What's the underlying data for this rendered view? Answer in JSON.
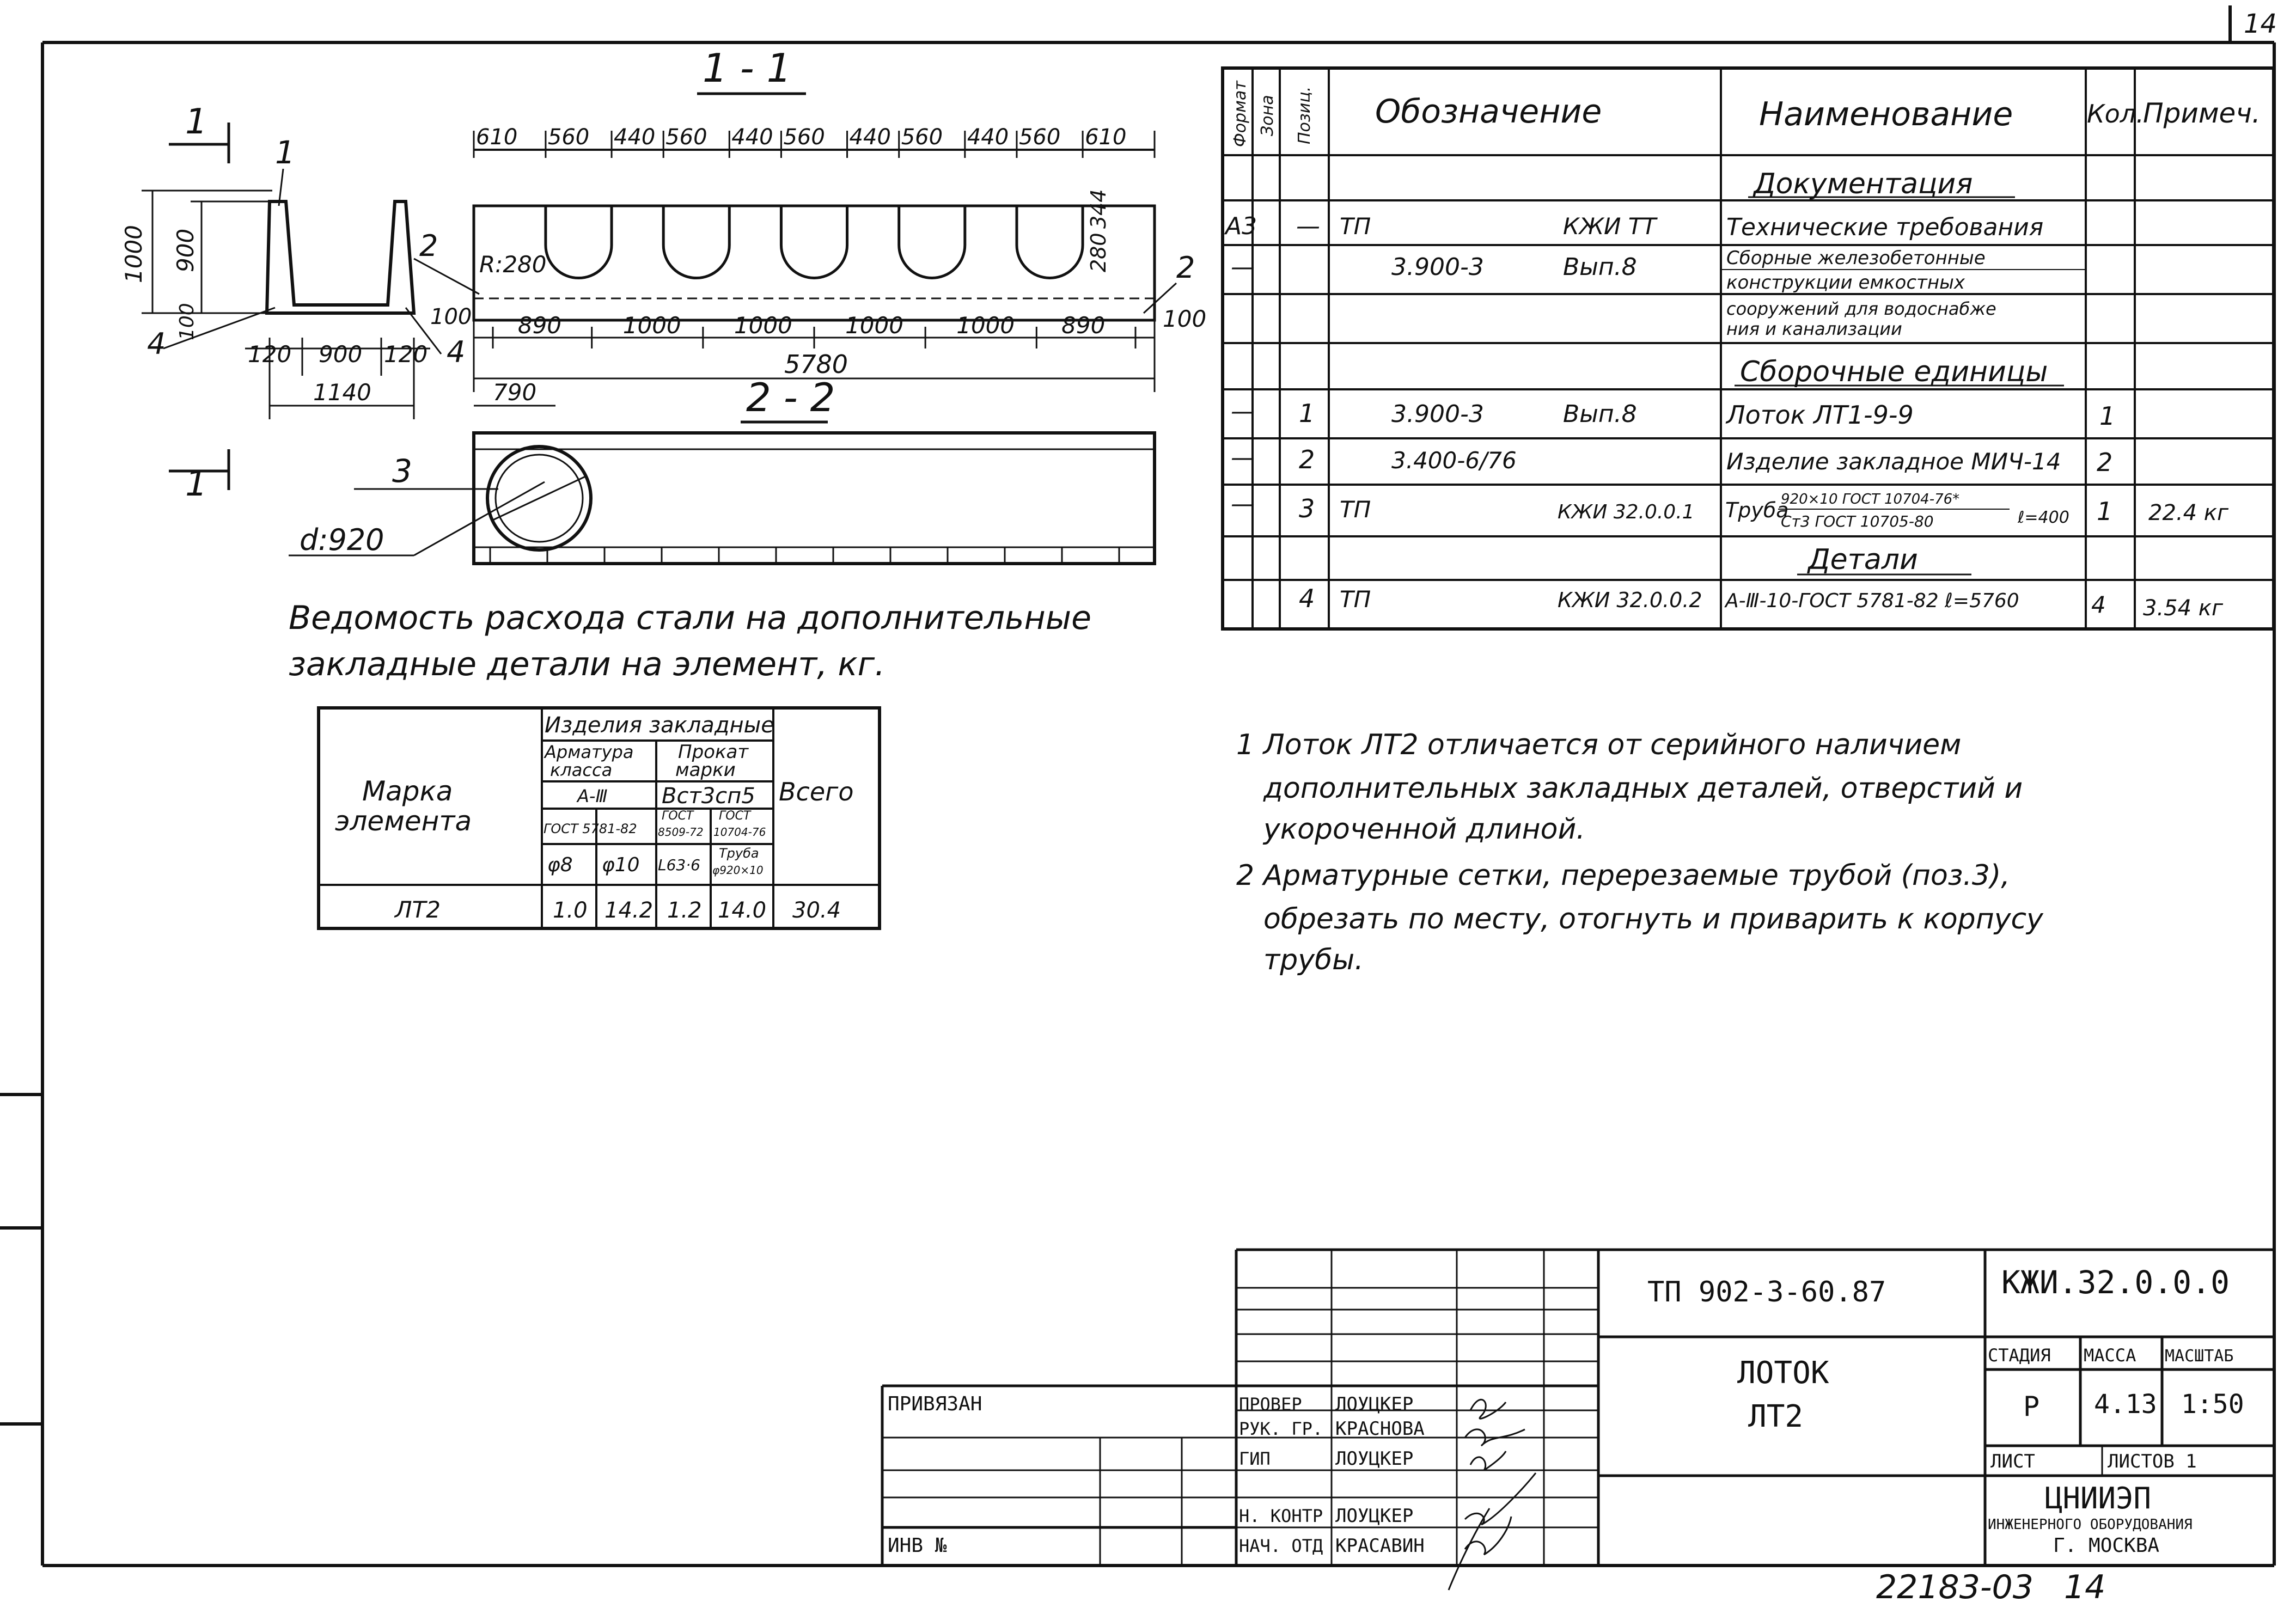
{
  "sheet_number": "14",
  "archive_number": "22183-03",
  "archive_sheet": "14",
  "section_1_1": {
    "title": "1 - 1",
    "cut_mark": "1",
    "top_dims": [
      "610",
      "560",
      "440",
      "560",
      "440",
      "560",
      "440",
      "560",
      "440",
      "560",
      "610"
    ],
    "bottom_dims": [
      "890",
      "1000",
      "1000",
      "1000",
      "1000",
      "890"
    ],
    "total_length": "5780",
    "radius": "R:280",
    "right_dims": [
      "344",
      "280"
    ],
    "left_margin": "100",
    "right_margin": "100",
    "callouts": [
      "2",
      "2"
    ]
  },
  "cross_section": {
    "height_total": "1000",
    "height_wall": "900",
    "base_thickness": "100",
    "widths": [
      "120",
      "900",
      "120"
    ],
    "outer_width": "1140",
    "callouts": [
      "1",
      "4",
      "4"
    ]
  },
  "section_2_2": {
    "title": "2 - 2",
    "offset": "790",
    "callout": "3",
    "diameter": "d:920"
  },
  "spec_table": {
    "headers": {
      "format": "Формат",
      "zone": "Зона",
      "position": "Позиц.",
      "designation": "Обозначение",
      "name": "Наименование",
      "qty": "Кол.",
      "note": "Примеч."
    },
    "sections": {
      "docs": "Документация",
      "units": "Сборочные единицы",
      "details": "Детали"
    },
    "rows": {
      "r1": {
        "format": "А3",
        "zone": "—",
        "des_a": "ТП",
        "des_b": "КЖИ ТТ",
        "name": "Технические требования"
      },
      "r2": {
        "format": "—",
        "des_a": "3.900-3",
        "des_b": "Вып.8",
        "name_1": "Сборные железобетонные",
        "name_2": "конструкции емкостных",
        "name_3": "сооружений для водоснабже",
        "name_4": "ния и канализации"
      },
      "r3": {
        "format": "—",
        "pos": "1",
        "des_a": "3.900-3",
        "des_b": "Вып.8",
        "name": "Лоток ЛТ1-9-9",
        "qty": "1"
      },
      "r4": {
        "format": "—",
        "pos": "2",
        "des_a": "3.400-6/76",
        "name": "Изделие закладное МИЧ-14",
        "qty": "2"
      },
      "r5": {
        "format": "—",
        "pos": "3",
        "des_a": "ТП",
        "des_b": "КЖИ 32.0.0.1",
        "name_a": "Труба",
        "name_num": "920×10 ГОСТ 10704-76*",
        "name_den": "Ст3 ГОСТ 10705-80",
        "name_len": "ℓ=400",
        "qty": "1",
        "note": "22.4 кг"
      },
      "r6": {
        "pos": "4",
        "des_a": "ТП",
        "des_b": "КЖИ 32.0.0.2",
        "name": "А-Ⅲ-10-ГОСТ 5781-82 ℓ=5760",
        "qty": "4",
        "note": "3.54 кг"
      }
    }
  },
  "steel": {
    "title_1": "Ведомость расхода стали на дополнительные",
    "title_2": "закладные детали на элемент, кг.",
    "mark_1": "Марка",
    "mark_2": "элемента",
    "group": "Изделия закладные",
    "armature_1": "Арматура",
    "armature_2": "класса",
    "prokat_1": "Прокат",
    "prokat_2": "марки",
    "class": "А-Ⅲ",
    "steel_grade": "Вст3сп5",
    "gost_1": "ГОСТ 5781-82",
    "gost_2a": "ГОСТ",
    "gost_2b": "8509-72",
    "gost_3a": "ГОСТ",
    "gost_3b": "10704-76",
    "c1": "φ8",
    "c2": "φ10",
    "c3": "L63·6",
    "c4a": "Труба",
    "c4b": "φ920×10",
    "total": "Всего",
    "row_mark": "ЛТ2",
    "row_values": [
      "1.0",
      "14.2",
      "1.2",
      "14.0",
      "30.4"
    ]
  },
  "notes": {
    "n1_a": "1  Лоток ЛТ2 отличается от серийного наличием",
    "n1_b": "дополнительных закладных деталей, отверстий и",
    "n1_c": "укороченной длиной.",
    "n2_a": "2  Арматурные сетки, перерезаемые трубой (поз.3),",
    "n2_b": "обрезать по месту, отогнуть и приварить к корпусу",
    "n2_c": "трубы."
  },
  "title_block": {
    "project": "ТП 902-3-60.87",
    "code": "КЖИ.32.0.0.0",
    "name_1": "ЛОТОК",
    "name_2": "ЛТ2",
    "stage_h": "СТАДИЯ",
    "mass_h": "МАССА",
    "scale_h": "МАСШТАБ",
    "stage": "Р",
    "mass": "4.13",
    "scale": "1:50",
    "sheet": "ЛИСТ",
    "sheets": "ЛИСТОВ 1",
    "org_1": "ЦНИИЭП",
    "org_2": "ИНЖЕНЕРНОГО ОБОРУДОВАНИЯ",
    "org_3": "Г. МОСКВА",
    "privyazan": "ПРИВЯЗАН",
    "inv": "ИНВ №",
    "roles": [
      "ПРОВЕР",
      "РУК. ГР.",
      "ГИП",
      "Н. КОНТР",
      "НАЧ. ОТД"
    ],
    "people": [
      "ЛОУЦКЕР",
      "КРАСНОВА",
      "ЛОУЦКЕР",
      "ЛОУЦКЕР",
      "КРАСАВИН"
    ]
  }
}
